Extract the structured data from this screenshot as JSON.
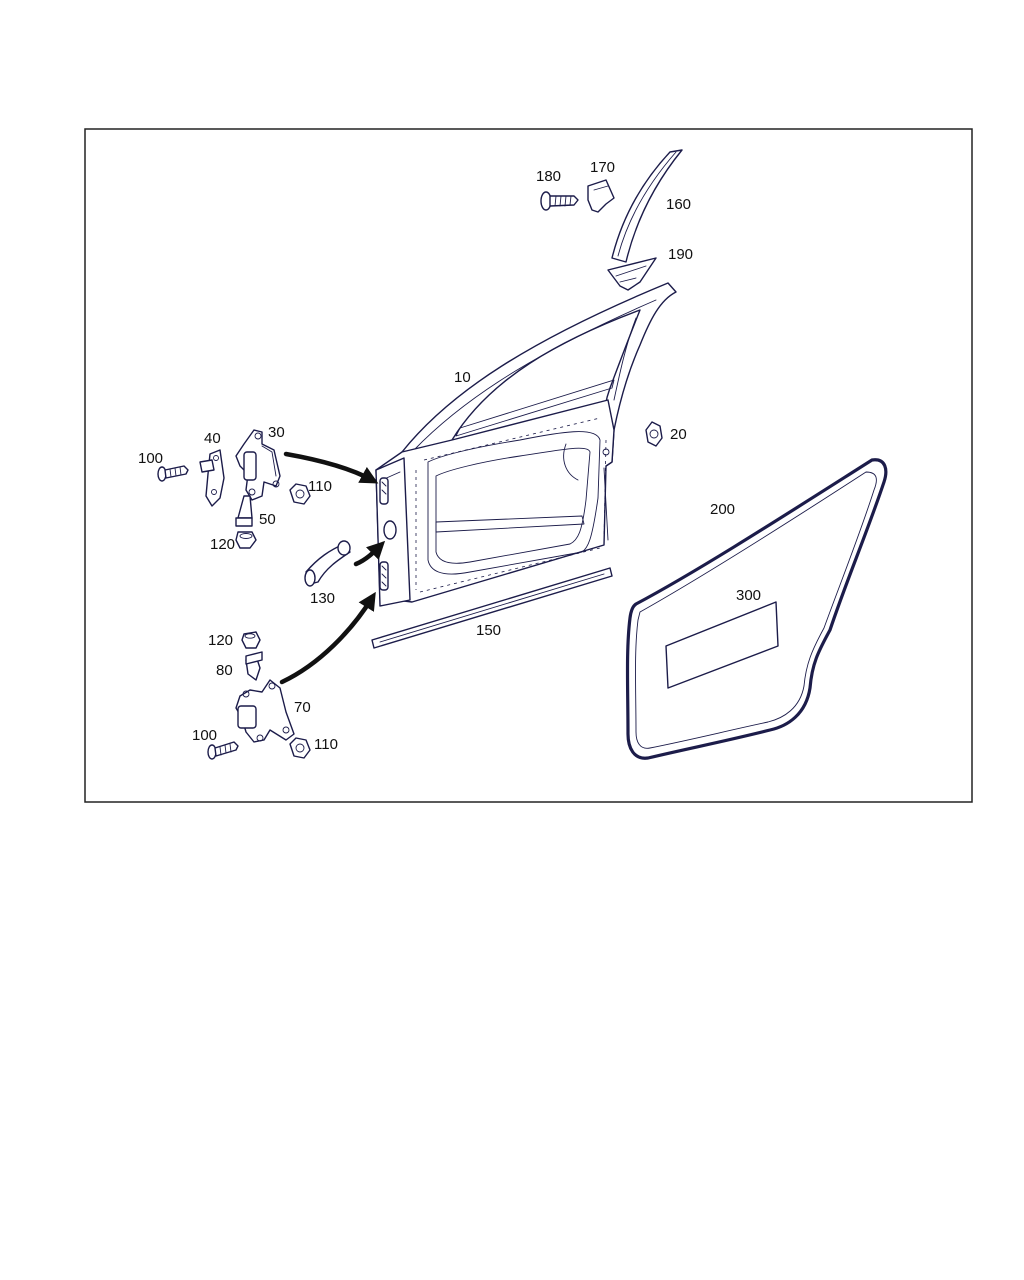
{
  "diagram": {
    "callouts": {
      "p10": "10",
      "p20": "20",
      "p30": "30",
      "p40": "40",
      "p50": "50",
      "p70": "70",
      "p80": "80",
      "p100a": "100",
      "p100b": "100",
      "p110a": "110",
      "p110b": "110",
      "p120a": "120",
      "p120b": "120",
      "p130": "130",
      "p150": "150",
      "p160": "160",
      "p170": "170",
      "p180": "180",
      "p190": "190",
      "p200": "200",
      "p300": "300"
    }
  }
}
